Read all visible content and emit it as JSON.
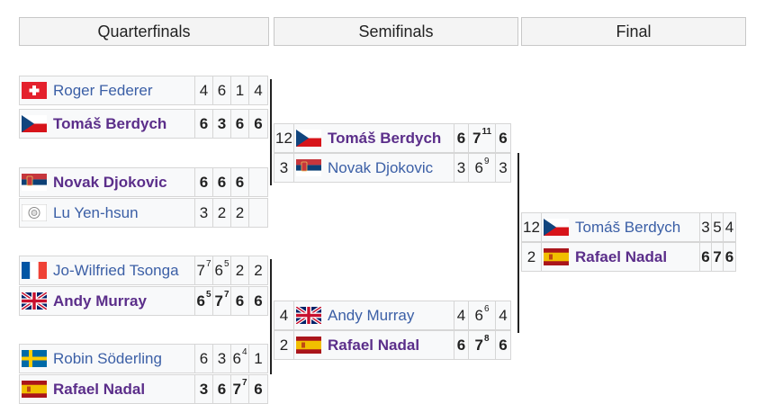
{
  "headers": {
    "quarterfinals": "Quarterfinals",
    "semifinals": "Semifinals",
    "final": "Final"
  },
  "quarterfinals": [
    {
      "name": "Roger Federer",
      "flag": "switzerland-flag-icon",
      "winner": false,
      "sets": [
        {
          "s": "4"
        },
        {
          "s": "6"
        },
        {
          "s": "1"
        },
        {
          "s": "4"
        }
      ]
    },
    {
      "name": "Tomáš Berdych",
      "flag": "czech-flag-icon",
      "winner": true,
      "sets": [
        {
          "s": "6"
        },
        {
          "s": "3"
        },
        {
          "s": "6"
        },
        {
          "s": "6"
        }
      ]
    },
    {
      "name": "Novak Djokovic",
      "flag": "serbia-flag-icon",
      "winner": true,
      "sets": [
        {
          "s": "6"
        },
        {
          "s": "6"
        },
        {
          "s": "6"
        },
        {
          "s": ""
        }
      ]
    },
    {
      "name": "Lu Yen-hsun",
      "flag": "chinese-taipei-flag-icon",
      "winner": false,
      "sets": [
        {
          "s": "3"
        },
        {
          "s": "2"
        },
        {
          "s": "2"
        },
        {
          "s": ""
        }
      ]
    },
    {
      "name": "Jo-Wilfried Tsonga",
      "flag": "france-flag-icon",
      "winner": false,
      "sets": [
        {
          "s": "7",
          "t": "7"
        },
        {
          "s": "6",
          "t": "5"
        },
        {
          "s": "2"
        },
        {
          "s": "2"
        }
      ]
    },
    {
      "name": "Andy Murray",
      "flag": "uk-flag-icon",
      "winner": true,
      "sets": [
        {
          "s": "6",
          "t": "5"
        },
        {
          "s": "7",
          "t": "7"
        },
        {
          "s": "6"
        },
        {
          "s": "6"
        }
      ]
    },
    {
      "name": "Robin Söderling",
      "flag": "sweden-flag-icon",
      "winner": false,
      "sets": [
        {
          "s": "6"
        },
        {
          "s": "3"
        },
        {
          "s": "6",
          "t": "4"
        },
        {
          "s": "1"
        }
      ]
    },
    {
      "name": "Rafael Nadal",
      "flag": "spain-flag-icon",
      "winner": true,
      "sets": [
        {
          "s": "3"
        },
        {
          "s": "6"
        },
        {
          "s": "7",
          "t": "7"
        },
        {
          "s": "6"
        }
      ]
    }
  ],
  "semifinals": [
    {
      "seed": "12",
      "name": "Tomáš Berdych",
      "flag": "czech-flag-icon",
      "winner": true,
      "sets": [
        {
          "s": "6"
        },
        {
          "s": "7",
          "t": "11"
        },
        {
          "s": "6"
        }
      ]
    },
    {
      "seed": "3",
      "name": "Novak Djokovic",
      "flag": "serbia-flag-icon",
      "winner": false,
      "sets": [
        {
          "s": "3"
        },
        {
          "s": "6",
          "t": "9"
        },
        {
          "s": "3"
        }
      ]
    },
    {
      "seed": "4",
      "name": "Andy Murray",
      "flag": "uk-flag-icon",
      "winner": false,
      "sets": [
        {
          "s": "4"
        },
        {
          "s": "6",
          "t": "6"
        },
        {
          "s": "4"
        }
      ]
    },
    {
      "seed": "2",
      "name": "Rafael Nadal",
      "flag": "spain-flag-icon",
      "winner": true,
      "sets": [
        {
          "s": "6"
        },
        {
          "s": "7",
          "t": "8"
        },
        {
          "s": "6"
        }
      ]
    }
  ],
  "final": [
    {
      "seed": "12",
      "name": "Tomáš Berdych",
      "flag": "czech-flag-icon",
      "winner": false,
      "sets": [
        {
          "s": "3"
        },
        {
          "s": "5"
        },
        {
          "s": "4"
        }
      ]
    },
    {
      "seed": "2",
      "name": "Rafael Nadal",
      "flag": "spain-flag-icon",
      "winner": true,
      "sets": [
        {
          "s": "6"
        },
        {
          "s": "7"
        },
        {
          "s": "6"
        }
      ]
    }
  ]
}
